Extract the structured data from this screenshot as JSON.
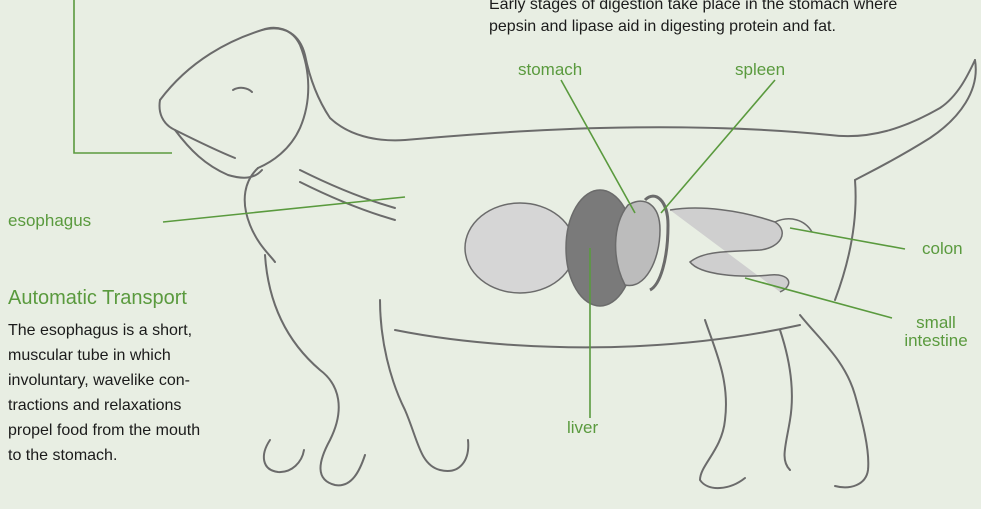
{
  "colors": {
    "accent": "#5a9a3e",
    "background": "#e8eee3",
    "pencil": "#6b6b6b",
    "text": "#1b1b1b"
  },
  "top_caption": {
    "line1": "Early stages of digestion take place in the stomach where",
    "line2": "pepsin and lipase aid in digesting protein and fat."
  },
  "labels": {
    "stomach": "stomach",
    "spleen": "spleen",
    "esophagus": "esophagus",
    "colon": "colon",
    "small_intestine_1": "small",
    "small_intestine_2": "intestine",
    "liver": "liver"
  },
  "sidebar": {
    "title": "Automatic Transport",
    "lines": [
      "The esophagus is a short,",
      "muscular tube in which",
      "involuntary, wavelike con-",
      "tractions and relaxations",
      "propel food from the mouth",
      "to the stomach."
    ]
  }
}
